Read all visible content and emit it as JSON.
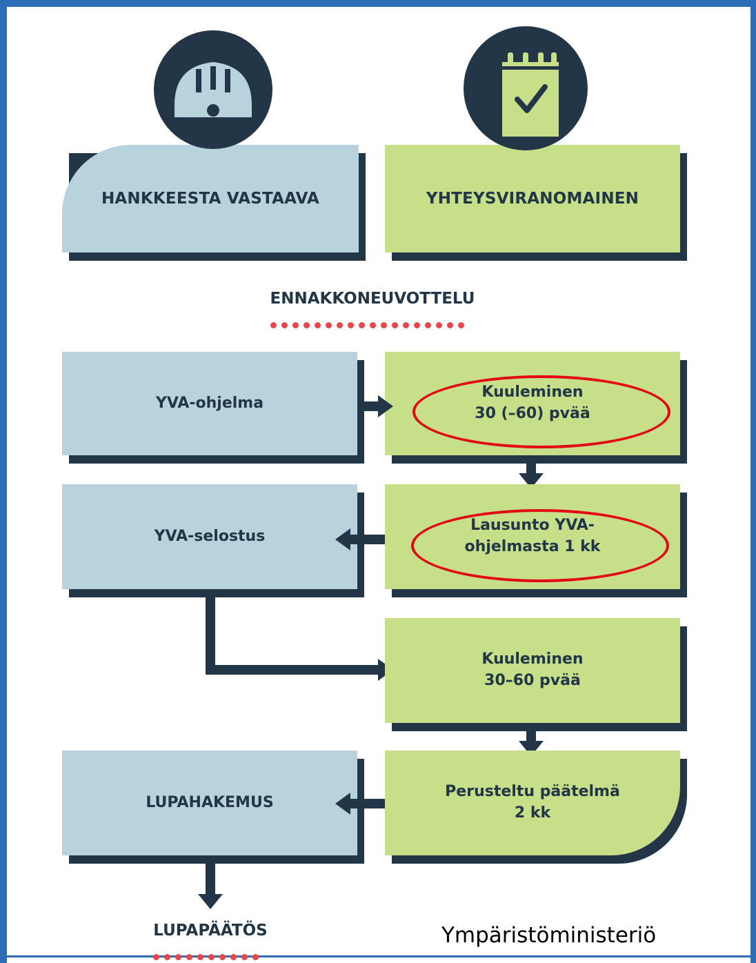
{
  "header": {
    "left_label": "HANKKEESTA VASTAAVA",
    "left_icon": "hard-hat-icon",
    "right_label": "YHTEYSVIRANOMAINEN",
    "right_icon": "checklist-notepad-icon"
  },
  "stage_ennakko": "ENNAKKONEUVOTTELU",
  "left_boxes": [
    "YVA-ohjelma",
    "YVA-selostus",
    "LUPAHAKEMUS"
  ],
  "right_boxes": [
    "Kuuleminen\n30 (–60) pvää",
    "Lausunto YVA-\nohjelmasta 1 kk",
    "Kuuleminen\n30–60 pvää",
    "Perusteltu päätelmä\n2 kk"
  ],
  "final_label": "LUPAPÄÄTÖS",
  "credit": "Ympäristöministeriö",
  "colors": {
    "navy": "#233648",
    "blue_box": "#b9d3dd",
    "green_box": "#c7df88",
    "dots_red": "#e8464a",
    "highlight_red": "#e30613",
    "frame_blue": "#2d6db8"
  }
}
